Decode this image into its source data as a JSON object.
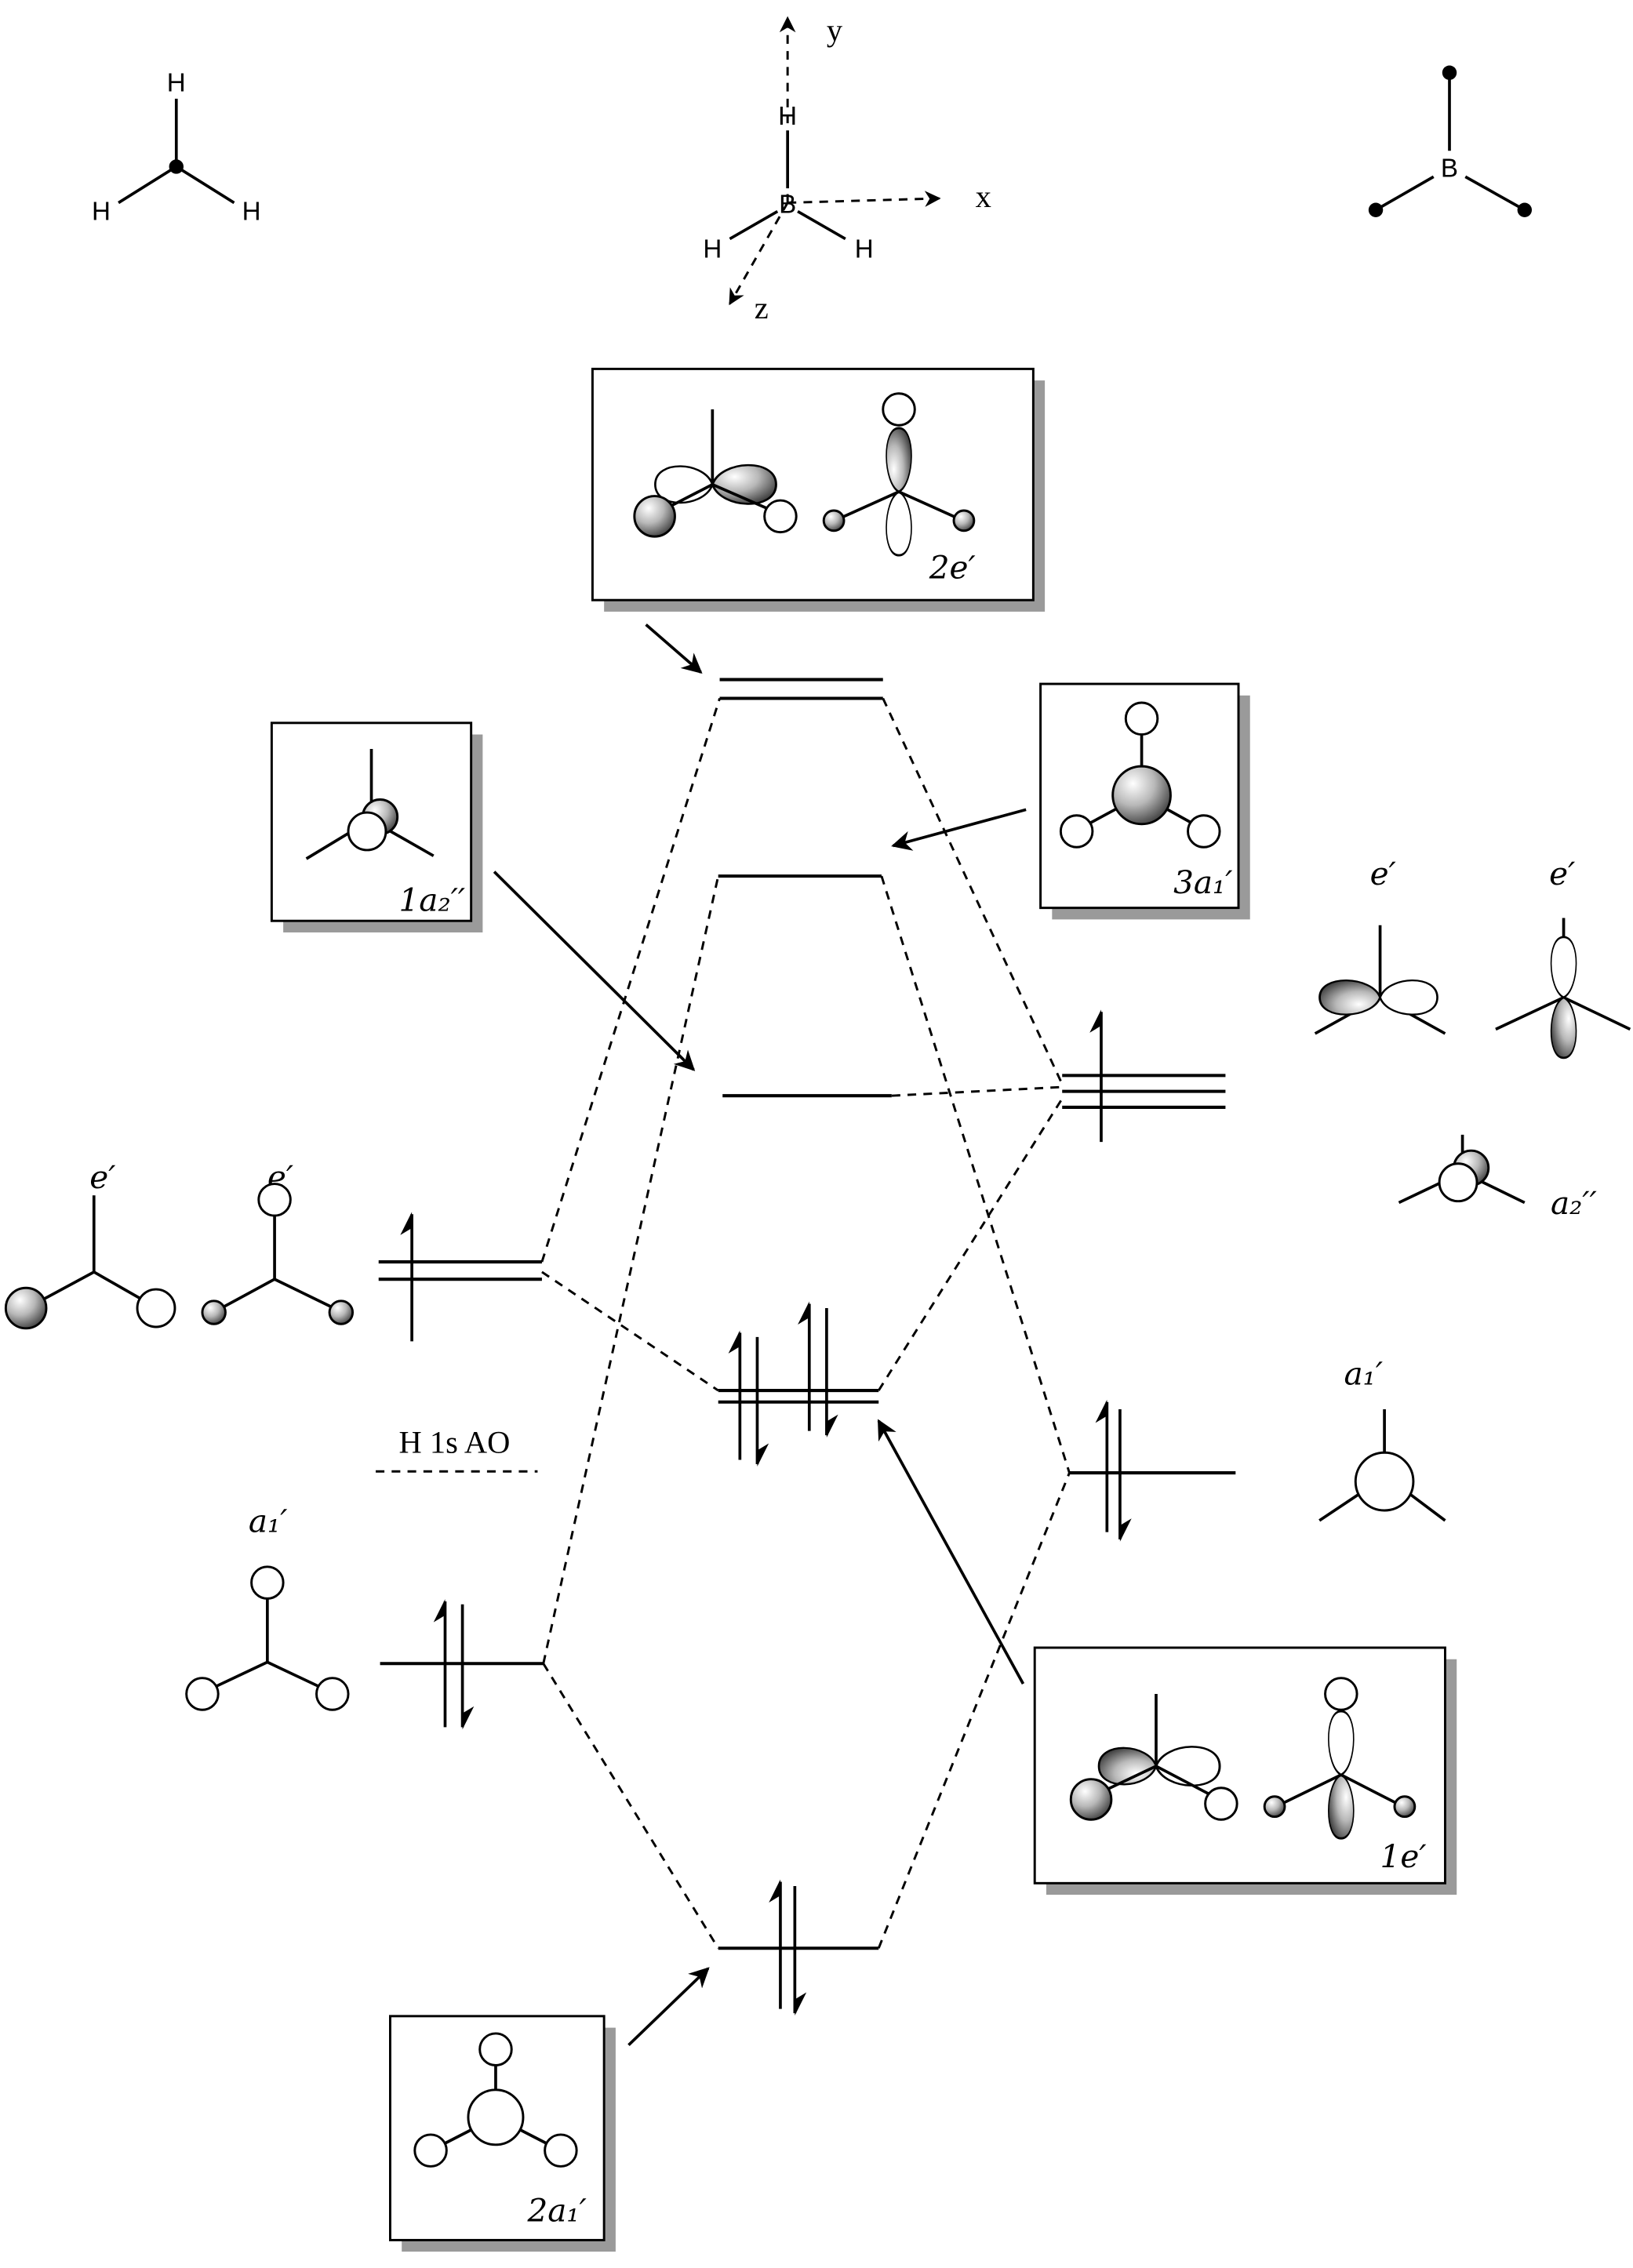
{
  "molecules": {
    "ch3_atoms": [
      "H",
      "H",
      "H"
    ],
    "bh3_atoms": {
      "center": "B",
      "h": [
        "H",
        "H",
        "H"
      ]
    },
    "axes": {
      "x": "x",
      "y": "y",
      "z": "z"
    },
    "b_skeleton": "B"
  },
  "mo_boxes": {
    "two_e": "2e′",
    "one_a2": "1a₂′′",
    "three_a1": "3a₁′",
    "one_e": "1e′",
    "two_a1": "2a₁′"
  },
  "fragment_labels": {
    "h_e1": "e′",
    "h_e2": "e′",
    "h_a1": "a₁′",
    "h_legend": "H 1s AO",
    "b_e1": "e′",
    "b_e2": "e′",
    "b_a2": "a₂′′",
    "b_a1": "a₁′"
  }
}
